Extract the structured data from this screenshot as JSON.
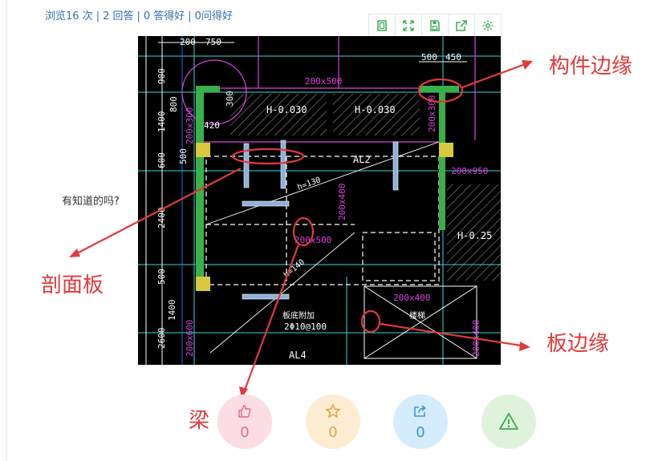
{
  "stats": {
    "views": "浏览16 次",
    "answers": "2 回答",
    "good_answers": "0 答得好",
    "good_questions": "0问得好"
  },
  "question_text": "有知道的吗?",
  "annotations": {
    "member_edge": "构件边缘",
    "section_slab": "剖面板",
    "slab_edge": "板边缘",
    "beam": "梁"
  },
  "drawing": {
    "dims": [
      "200",
      "750",
      "500",
      "450",
      "900",
      "1400",
      "800",
      "300",
      "420",
      "600",
      "500",
      "2400",
      "500",
      "2600",
      "1400"
    ],
    "beam_labels": [
      "200x500",
      "200x300",
      "200x300",
      "200x950",
      "200x400",
      "200x500",
      "200x600",
      "200x400",
      "200x400"
    ],
    "level_labels": [
      "H-0.030",
      "H-0.030",
      "H-0.25"
    ],
    "beam_ids": [
      "AL2",
      "AL4"
    ],
    "slab_thickness": [
      "h=130",
      "h=140"
    ],
    "notes": [
      "板底附加",
      "2Φ10@100",
      "楼梯"
    ]
  },
  "actions": {
    "like_count": "0",
    "favorite_count": "0",
    "share_count": "0"
  },
  "colors": {
    "link": "#2f6fb0",
    "annotation": "#e03a3a",
    "like": "#e56c85",
    "favorite": "#e5a33c",
    "share": "#3d96d4",
    "report": "#3fa84f"
  }
}
